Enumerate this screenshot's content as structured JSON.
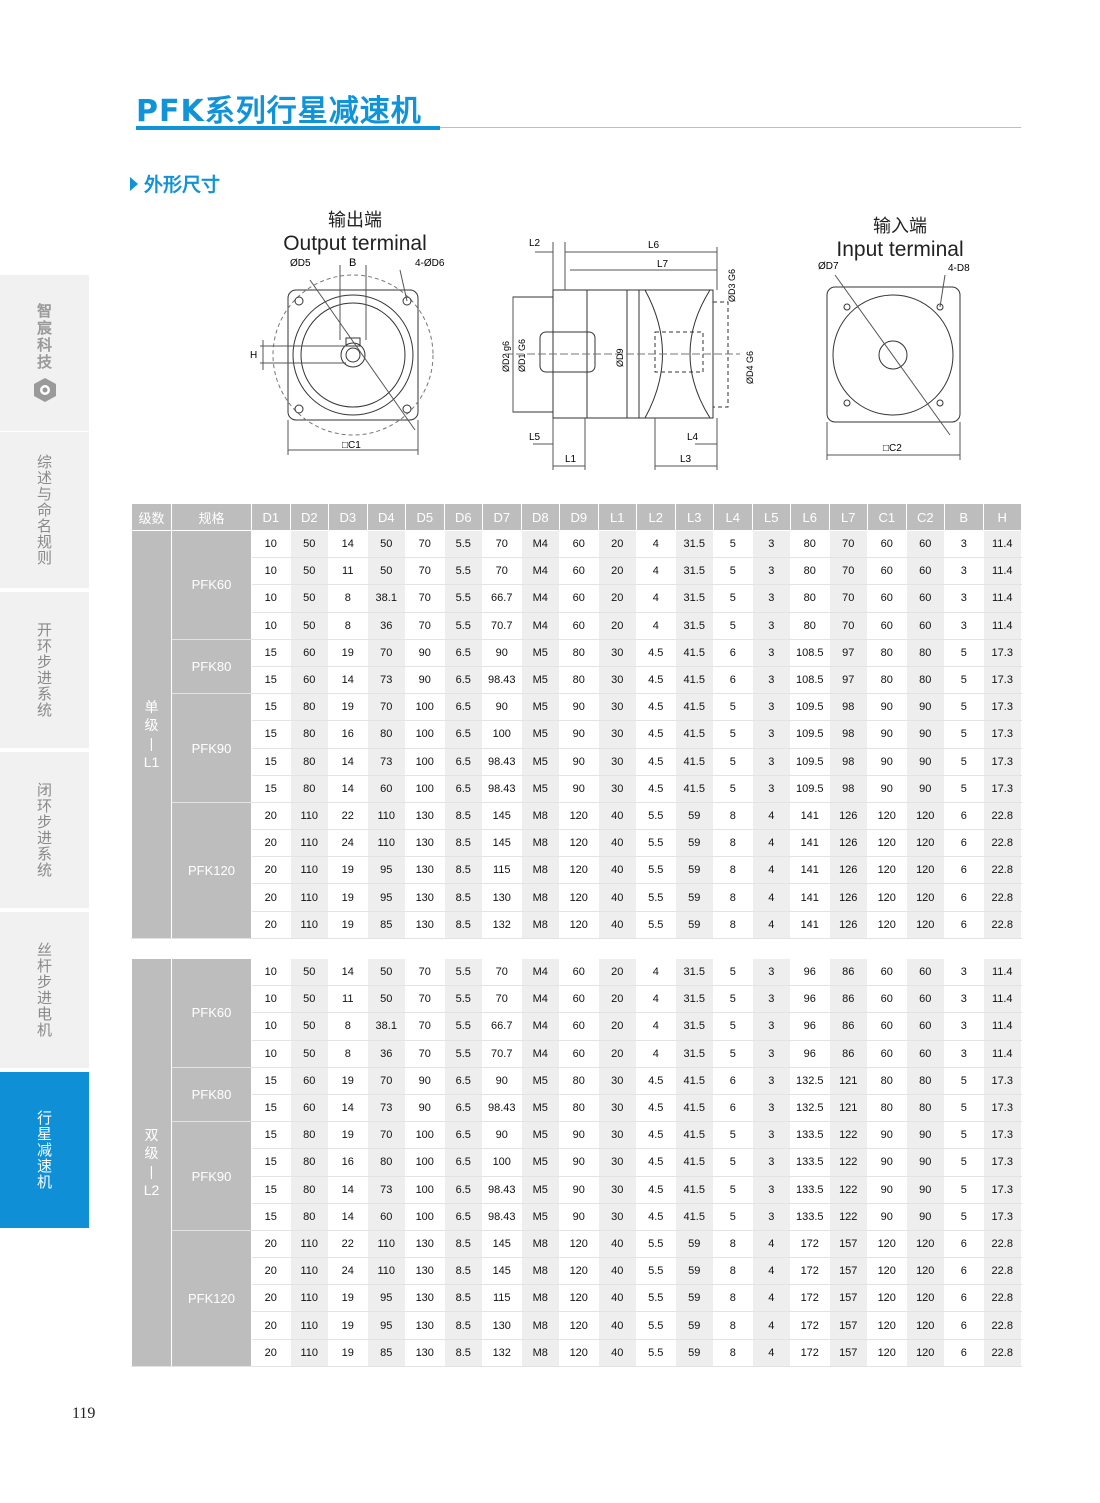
{
  "page": {
    "title": "PFK系列行星减速机",
    "section_title": "外形尺寸",
    "page_number": "119"
  },
  "sidebar": {
    "logo_text": "智宸科技",
    "items": [
      {
        "label": "综述与命名规则",
        "active": false
      },
      {
        "label": "开环步进系统",
        "active": false
      },
      {
        "label": "闭环步进系统",
        "active": false
      },
      {
        "label": "丝杆步进电机",
        "active": false
      },
      {
        "label": "行星减速机",
        "active": true
      }
    ]
  },
  "drawings": {
    "output": {
      "cn": "输出端",
      "en": "Output terminal",
      "labels": {
        "d5": "ØD5",
        "b": "B",
        "d6": "4-ØD6",
        "h": "H",
        "c1": "□C1"
      }
    },
    "side": {
      "labels": {
        "l2": "L2",
        "l6": "L6",
        "l7": "L7",
        "d3": "ØD3 G6",
        "d2": "ØD2 g6",
        "d1": "ØD1 G6",
        "d9": "ØD9",
        "d4": "ØD4 G6",
        "l5": "L5",
        "l4": "L4",
        "l1": "L1",
        "l3": "L3"
      }
    },
    "input": {
      "cn": "输入端",
      "en": "Input terminal",
      "labels": {
        "d7": "ØD7",
        "d8": "4-D8",
        "c2": "□C2"
      }
    }
  },
  "table": {
    "headers": [
      "级数",
      "规格",
      "D1",
      "D2",
      "D3",
      "D4",
      "D5",
      "D6",
      "D7",
      "D8",
      "D9",
      "L1",
      "L2",
      "L3",
      "L4",
      "L5",
      "L6",
      "L7",
      "C1",
      "C2",
      "B",
      "H"
    ],
    "stages": [
      {
        "label": "单\n级\n|\nL1",
        "groups": [
          {
            "model": "PFK60",
            "rows": [
              [
                "10",
                "50",
                "14",
                "50",
                "70",
                "5.5",
                "70",
                "M4",
                "60",
                "20",
                "4",
                "31.5",
                "5",
                "3",
                "80",
                "70",
                "60",
                "60",
                "3",
                "11.4"
              ],
              [
                "10",
                "50",
                "11",
                "50",
                "70",
                "5.5",
                "70",
                "M4",
                "60",
                "20",
                "4",
                "31.5",
                "5",
                "3",
                "80",
                "70",
                "60",
                "60",
                "3",
                "11.4"
              ],
              [
                "10",
                "50",
                "8",
                "38.1",
                "70",
                "5.5",
                "66.7",
                "M4",
                "60",
                "20",
                "4",
                "31.5",
                "5",
                "3",
                "80",
                "70",
                "60",
                "60",
                "3",
                "11.4"
              ],
              [
                "10",
                "50",
                "8",
                "36",
                "70",
                "5.5",
                "70.7",
                "M4",
                "60",
                "20",
                "4",
                "31.5",
                "5",
                "3",
                "80",
                "70",
                "60",
                "60",
                "3",
                "11.4"
              ]
            ]
          },
          {
            "model": "PFK80",
            "rows": [
              [
                "15",
                "60",
                "19",
                "70",
                "90",
                "6.5",
                "90",
                "M5",
                "80",
                "30",
                "4.5",
                "41.5",
                "6",
                "3",
                "108.5",
                "97",
                "80",
                "80",
                "5",
                "17.3"
              ],
              [
                "15",
                "60",
                "14",
                "73",
                "90",
                "6.5",
                "98.43",
                "M5",
                "80",
                "30",
                "4.5",
                "41.5",
                "6",
                "3",
                "108.5",
                "97",
                "80",
                "80",
                "5",
                "17.3"
              ]
            ]
          },
          {
            "model": "PFK90",
            "rows": [
              [
                "15",
                "80",
                "19",
                "70",
                "100",
                "6.5",
                "90",
                "M5",
                "90",
                "30",
                "4.5",
                "41.5",
                "5",
                "3",
                "109.5",
                "98",
                "90",
                "90",
                "5",
                "17.3"
              ],
              [
                "15",
                "80",
                "16",
                "80",
                "100",
                "6.5",
                "100",
                "M5",
                "90",
                "30",
                "4.5",
                "41.5",
                "5",
                "3",
                "109.5",
                "98",
                "90",
                "90",
                "5",
                "17.3"
              ],
              [
                "15",
                "80",
                "14",
                "73",
                "100",
                "6.5",
                "98.43",
                "M5",
                "90",
                "30",
                "4.5",
                "41.5",
                "5",
                "3",
                "109.5",
                "98",
                "90",
                "90",
                "5",
                "17.3"
              ],
              [
                "15",
                "80",
                "14",
                "60",
                "100",
                "6.5",
                "98.43",
                "M5",
                "90",
                "30",
                "4.5",
                "41.5",
                "5",
                "3",
                "109.5",
                "98",
                "90",
                "90",
                "5",
                "17.3"
              ]
            ]
          },
          {
            "model": "PFK120",
            "rows": [
              [
                "20",
                "110",
                "22",
                "110",
                "130",
                "8.5",
                "145",
                "M8",
                "120",
                "40",
                "5.5",
                "59",
                "8",
                "4",
                "141",
                "126",
                "120",
                "120",
                "6",
                "22.8"
              ],
              [
                "20",
                "110",
                "24",
                "110",
                "130",
                "8.5",
                "145",
                "M8",
                "120",
                "40",
                "5.5",
                "59",
                "8",
                "4",
                "141",
                "126",
                "120",
                "120",
                "6",
                "22.8"
              ],
              [
                "20",
                "110",
                "19",
                "95",
                "130",
                "8.5",
                "115",
                "M8",
                "120",
                "40",
                "5.5",
                "59",
                "8",
                "4",
                "141",
                "126",
                "120",
                "120",
                "6",
                "22.8"
              ],
              [
                "20",
                "110",
                "19",
                "95",
                "130",
                "8.5",
                "130",
                "M8",
                "120",
                "40",
                "5.5",
                "59",
                "8",
                "4",
                "141",
                "126",
                "120",
                "120",
                "6",
                "22.8"
              ],
              [
                "20",
                "110",
                "19",
                "85",
                "130",
                "8.5",
                "132",
                "M8",
                "120",
                "40",
                "5.5",
                "59",
                "8",
                "4",
                "141",
                "126",
                "120",
                "120",
                "6",
                "22.8"
              ]
            ]
          }
        ]
      },
      {
        "label": "双\n级\n|\nL2",
        "groups": [
          {
            "model": "PFK60",
            "rows": [
              [
                "10",
                "50",
                "14",
                "50",
                "70",
                "5.5",
                "70",
                "M4",
                "60",
                "20",
                "4",
                "31.5",
                "5",
                "3",
                "96",
                "86",
                "60",
                "60",
                "3",
                "11.4"
              ],
              [
                "10",
                "50",
                "11",
                "50",
                "70",
                "5.5",
                "70",
                "M4",
                "60",
                "20",
                "4",
                "31.5",
                "5",
                "3",
                "96",
                "86",
                "60",
                "60",
                "3",
                "11.4"
              ],
              [
                "10",
                "50",
                "8",
                "38.1",
                "70",
                "5.5",
                "66.7",
                "M4",
                "60",
                "20",
                "4",
                "31.5",
                "5",
                "3",
                "96",
                "86",
                "60",
                "60",
                "3",
                "11.4"
              ],
              [
                "10",
                "50",
                "8",
                "36",
                "70",
                "5.5",
                "70.7",
                "M4",
                "60",
                "20",
                "4",
                "31.5",
                "5",
                "3",
                "96",
                "86",
                "60",
                "60",
                "3",
                "11.4"
              ]
            ]
          },
          {
            "model": "PFK80",
            "rows": [
              [
                "15",
                "60",
                "19",
                "70",
                "90",
                "6.5",
                "90",
                "M5",
                "80",
                "30",
                "4.5",
                "41.5",
                "6",
                "3",
                "132.5",
                "121",
                "80",
                "80",
                "5",
                "17.3"
              ],
              [
                "15",
                "60",
                "14",
                "73",
                "90",
                "6.5",
                "98.43",
                "M5",
                "80",
                "30",
                "4.5",
                "41.5",
                "6",
                "3",
                "132.5",
                "121",
                "80",
                "80",
                "5",
                "17.3"
              ]
            ]
          },
          {
            "model": "PFK90",
            "rows": [
              [
                "15",
                "80",
                "19",
                "70",
                "100",
                "6.5",
                "90",
                "M5",
                "90",
                "30",
                "4.5",
                "41.5",
                "5",
                "3",
                "133.5",
                "122",
                "90",
                "90",
                "5",
                "17.3"
              ],
              [
                "15",
                "80",
                "16",
                "80",
                "100",
                "6.5",
                "100",
                "M5",
                "90",
                "30",
                "4.5",
                "41.5",
                "5",
                "3",
                "133.5",
                "122",
                "90",
                "90",
                "5",
                "17.3"
              ],
              [
                "15",
                "80",
                "14",
                "73",
                "100",
                "6.5",
                "98.43",
                "M5",
                "90",
                "30",
                "4.5",
                "41.5",
                "5",
                "3",
                "133.5",
                "122",
                "90",
                "90",
                "5",
                "17.3"
              ],
              [
                "15",
                "80",
                "14",
                "60",
                "100",
                "6.5",
                "98.43",
                "M5",
                "90",
                "30",
                "4.5",
                "41.5",
                "5",
                "3",
                "133.5",
                "122",
                "90",
                "90",
                "5",
                "17.3"
              ]
            ]
          },
          {
            "model": "PFK120",
            "rows": [
              [
                "20",
                "110",
                "22",
                "110",
                "130",
                "8.5",
                "145",
                "M8",
                "120",
                "40",
                "5.5",
                "59",
                "8",
                "4",
                "172",
                "157",
                "120",
                "120",
                "6",
                "22.8"
              ],
              [
                "20",
                "110",
                "24",
                "110",
                "130",
                "8.5",
                "145",
                "M8",
                "120",
                "40",
                "5.5",
                "59",
                "8",
                "4",
                "172",
                "157",
                "120",
                "120",
                "6",
                "22.8"
              ],
              [
                "20",
                "110",
                "19",
                "95",
                "130",
                "8.5",
                "115",
                "M8",
                "120",
                "40",
                "5.5",
                "59",
                "8",
                "4",
                "172",
                "157",
                "120",
                "120",
                "6",
                "22.8"
              ],
              [
                "20",
                "110",
                "19",
                "95",
                "130",
                "8.5",
                "130",
                "M8",
                "120",
                "40",
                "5.5",
                "59",
                "8",
                "4",
                "172",
                "157",
                "120",
                "120",
                "6",
                "22.8"
              ],
              [
                "20",
                "110",
                "19",
                "85",
                "130",
                "8.5",
                "132",
                "M8",
                "120",
                "40",
                "5.5",
                "59",
                "8",
                "4",
                "172",
                "157",
                "120",
                "120",
                "6",
                "22.8"
              ]
            ]
          }
        ]
      }
    ]
  }
}
